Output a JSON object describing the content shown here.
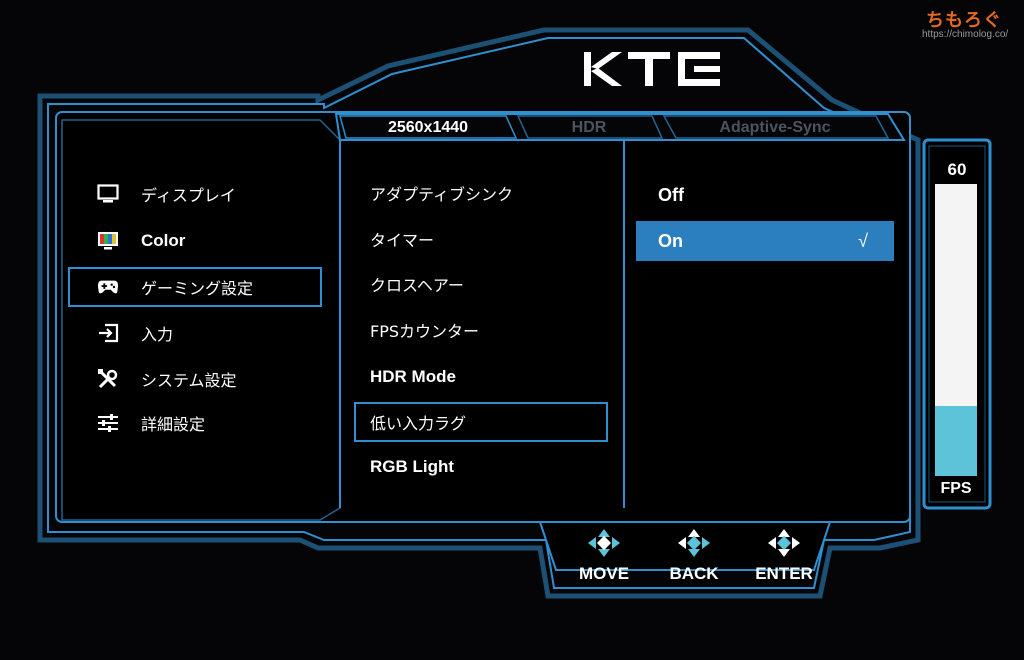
{
  "watermark": {
    "title": "ちもろぐ",
    "url": "https://chimolog.co/"
  },
  "brand": {
    "logo_text": "KTC"
  },
  "tabs": [
    {
      "label": "2560x1440",
      "active": true
    },
    {
      "label": "HDR",
      "active": false
    },
    {
      "label": "Adaptive-Sync",
      "active": false
    }
  ],
  "sidebar": {
    "items": [
      {
        "label": "ディスプレイ",
        "icon": "monitor-icon"
      },
      {
        "label": "Color",
        "icon": "color-bars-icon"
      },
      {
        "label": "ゲーミング設定",
        "icon": "gamepad-icon",
        "selected": true
      },
      {
        "label": "入力",
        "icon": "input-icon"
      },
      {
        "label": "システム設定",
        "icon": "tools-icon"
      },
      {
        "label": "詳細設定",
        "icon": "sliders-icon"
      }
    ]
  },
  "submenu": {
    "items": [
      {
        "label": "アダプティブシンク"
      },
      {
        "label": "タイマー"
      },
      {
        "label": "クロスヘアー"
      },
      {
        "label": "FPSカウンター"
      },
      {
        "label": "HDR Mode"
      },
      {
        "label": "低い入力ラグ",
        "selected": true
      },
      {
        "label": "RGB Light"
      }
    ]
  },
  "options": {
    "items": [
      {
        "label": "Off",
        "selected": false,
        "check": ""
      },
      {
        "label": "On",
        "selected": true,
        "check": "√"
      }
    ]
  },
  "fps_meter": {
    "value": "60",
    "label": "FPS",
    "level_fraction": 0.24
  },
  "nav": {
    "move": "MOVE",
    "back": "BACK",
    "enter": "ENTER"
  },
  "colors": {
    "frame": "#2f8fcf",
    "accent": "#5cc3d8",
    "selected_bg": "#2b7fbf",
    "watermark": "#e46a1f"
  }
}
